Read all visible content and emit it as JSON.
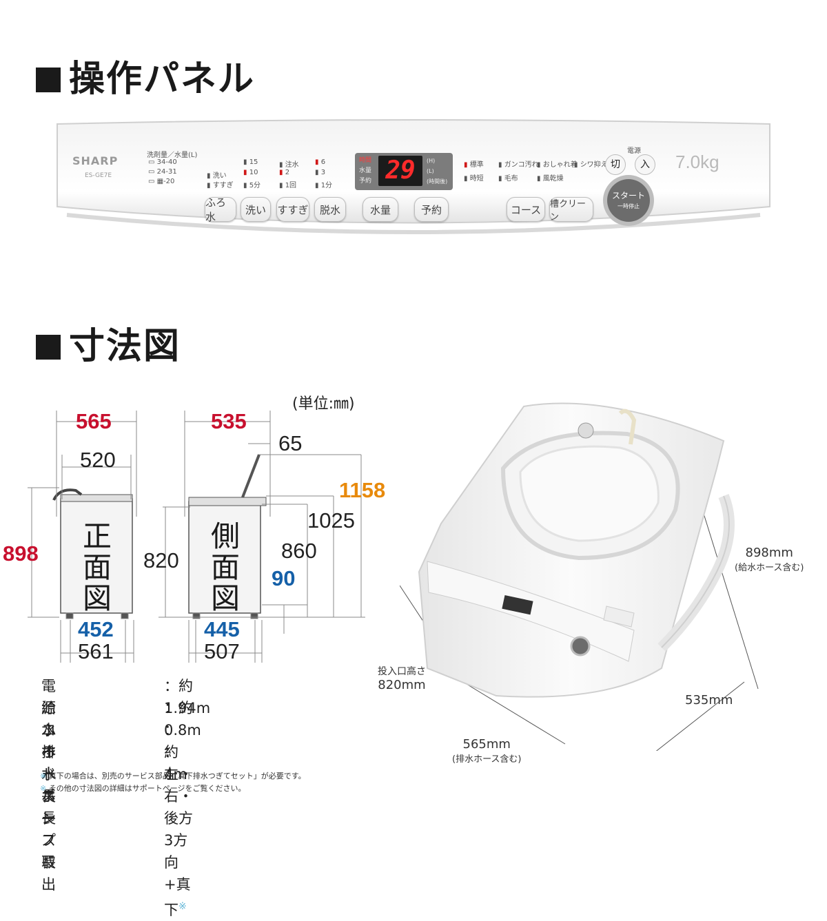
{
  "sections": {
    "panel_heading": "操作パネル",
    "dimensions_heading": "寸法図"
  },
  "panel": {
    "brand": "SHARP",
    "model": "ES-GE7E",
    "capacity": "7.0kg",
    "detergent_header": "洗剤量／水量(L)",
    "detergent_rows": [
      "34-40",
      "24-31",
      "-20"
    ],
    "col_labels": {
      "wash": "洗い",
      "rinse": "すすぎ"
    },
    "numbers_col1": [
      "15",
      "10",
      "5分"
    ],
    "numbers_col2": [
      "注水",
      "2",
      "1回"
    ],
    "numbers_col3": [
      "6",
      "3",
      "1分"
    ],
    "display": {
      "value": "29",
      "labels_left": [
        "時間",
        "水量",
        "予約"
      ],
      "labels_right": [
        "(H)",
        "(L)",
        "(時間後)"
      ]
    },
    "courses": [
      "標準",
      "ガンコ汚れ",
      "おしゃれ着",
      "シワ抑え",
      "時短",
      "毛布",
      "風乾燥"
    ],
    "power_label": "電源",
    "power_off": "切",
    "power_on": "入",
    "start_label": "スタート",
    "start_sub": "一時停止",
    "buttons": [
      "ふろ水",
      "洗い",
      "すすぎ",
      "脱水",
      "水量",
      "予約",
      "コース",
      "槽クリーン"
    ]
  },
  "dimensions": {
    "unit": "(単位:㎜)",
    "front": {
      "label": "正面図",
      "width_total": "565",
      "width_body": "520",
      "height_total": "898",
      "base_inner": "452",
      "base_outer": "561"
    },
    "side": {
      "label": "側面図",
      "depth_total": "535",
      "lid_offset": "65",
      "height_lid_open": "1158",
      "height_lid": "1025",
      "height_body": "860",
      "height_inlet": "820",
      "height_floor": "90",
      "base_inner": "445",
      "base_outer": "507"
    },
    "photo": {
      "height": "898mm",
      "height_note": "(給水ホース含む)",
      "depth": "535mm",
      "width": "565mm",
      "width_note": "(排水ホース含む)",
      "inlet_label": "投入口高さ",
      "inlet_value": "820mm"
    }
  },
  "specs": [
    {
      "label": "電源コード長",
      "value": "：約1.94m"
    },
    {
      "label": "給水ホース長",
      "value": "：約0.8m"
    },
    {
      "label": "ふろ水ポンプ長",
      "value": "：約4m"
    },
    {
      "label": "排水ホース取出",
      "value": "：左・右・後方3方向+真下"
    }
  ],
  "spec_mark": "※",
  "notes": [
    "真下の場合は、別売のサービス部品「真下排水つぎてセット」が必要です。",
    "その他の寸法図の詳細はサポートページをご覧ください。"
  ],
  "colors": {
    "red": "#c8102e",
    "blue": "#1560a8",
    "orange": "#e88a0c"
  }
}
